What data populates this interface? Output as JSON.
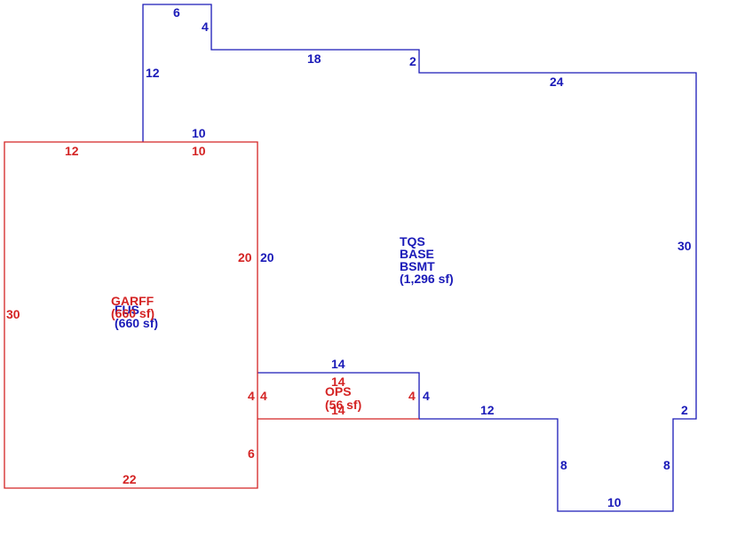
{
  "colors": {
    "blue": "#1a1ab8",
    "red": "#d42424",
    "background": "#ffffff"
  },
  "areas": {
    "tqs": {
      "line1": "TQS",
      "line2": "BASE",
      "line3": "BSMT",
      "area": "(1,296 sf)"
    },
    "garff": {
      "name": "GARFF",
      "area": "(660 sf)"
    },
    "fus": {
      "name": "FUS",
      "area": "(660 sf)"
    },
    "ops": {
      "name": "OPS",
      "area": "(56 sf)"
    }
  },
  "blue_dims": {
    "top_small": "6",
    "notch_right": "4",
    "upper_mid": "18",
    "step_down": "2",
    "upper_right": "24",
    "right_side": "30",
    "left_upper": "12",
    "garage_top": "10",
    "garage_side": "20",
    "porch_top": "14",
    "porch_right": "4",
    "lower_mid": "12",
    "right_step": "2",
    "bay_left": "8",
    "bay_right": "8",
    "bay_bottom": "10"
  },
  "red_dims": {
    "top_left": "12",
    "top_right": "10",
    "right_upper": "20",
    "left_side": "30",
    "porch_left": "4",
    "porch_left_inner": "4",
    "porch_top": "14",
    "porch_bottom": "14",
    "porch_right": "4",
    "right_lower": "6",
    "bottom": "22"
  }
}
